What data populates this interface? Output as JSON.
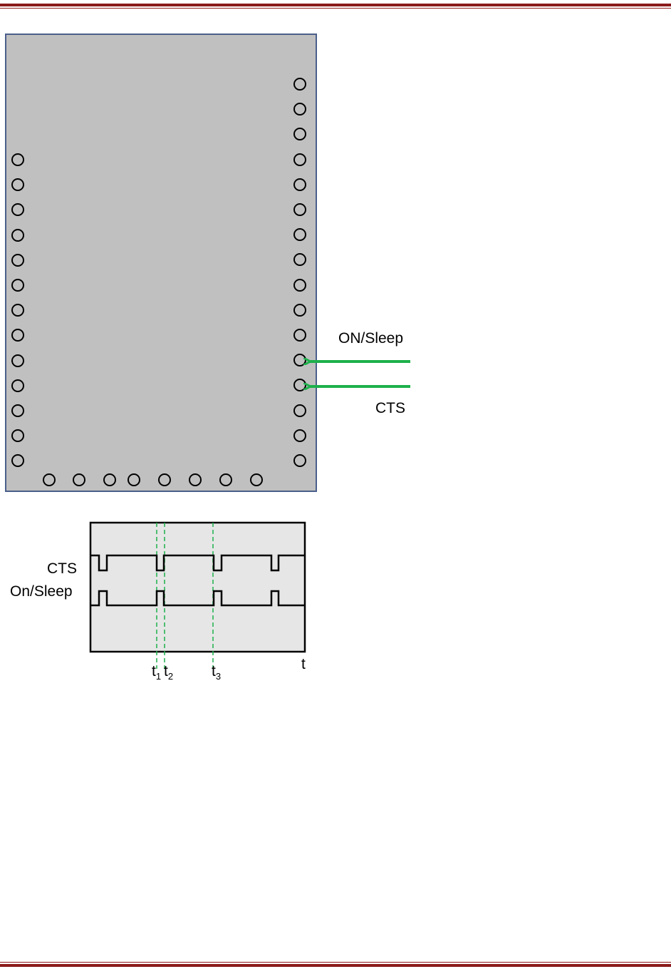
{
  "module_labels": {
    "on_sleep": "ON/Sleep",
    "cts": "CTS"
  },
  "timing": {
    "cts_label": "CTS",
    "on_sleep_label": "On/Sleep",
    "t_axis": "t",
    "t1": {
      "base": "t",
      "sub": "1"
    },
    "t2": {
      "base": "t",
      "sub": "2"
    },
    "t3": {
      "base": "t",
      "sub": "3"
    }
  },
  "colors": {
    "arrow": "#1db04b",
    "module_fill": "#c0c0c0",
    "module_border": "#4a5f8a",
    "rule": "#8b1a1a",
    "timing_bg": "#e6e6e6",
    "dashed": "#1db04b"
  },
  "pin_counts": {
    "right_column": 16,
    "left_column": 13,
    "bottom_row": 8
  }
}
